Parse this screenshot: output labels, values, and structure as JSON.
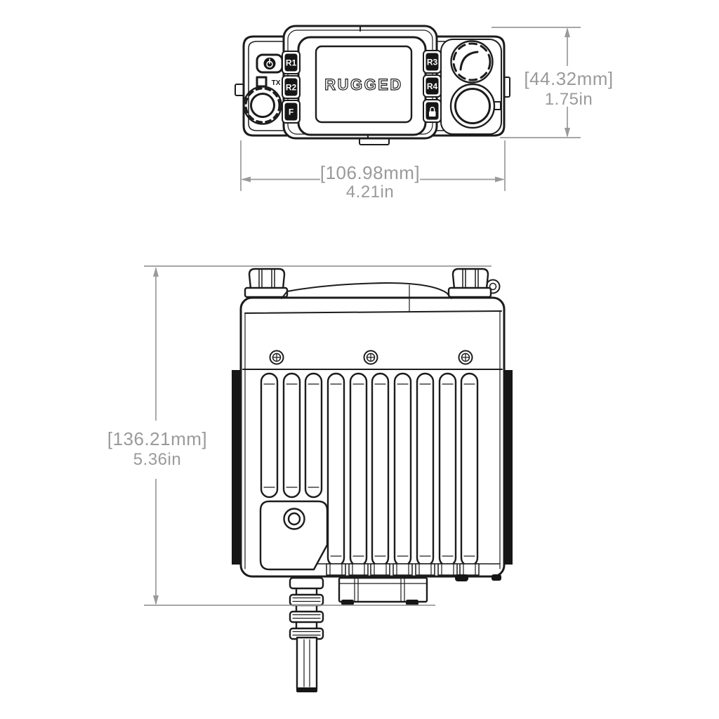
{
  "device_diagram": {
    "brand_logo": "RUGGED",
    "front_view": {
      "left_buttons": [
        "R1",
        "R2",
        "F"
      ],
      "right_buttons": [
        "R3",
        "R4"
      ],
      "tx_label": "TX",
      "icons": {
        "power": "power-icon",
        "lock": "lock-icon",
        "rotate": "rotate-arrow-icon"
      },
      "height_dimension": {
        "metric": "[44.32mm]",
        "imperial": "1.75in"
      },
      "width_dimension": {
        "metric": "[106.98mm]",
        "imperial": "4.21in"
      }
    },
    "top_view": {
      "height_dimension": {
        "metric": "[136.21mm]",
        "imperial": "5.36in"
      }
    },
    "colors": {
      "line": "#1c1c1c",
      "dimension": "#9a9a9a",
      "background": "#ffffff"
    }
  }
}
